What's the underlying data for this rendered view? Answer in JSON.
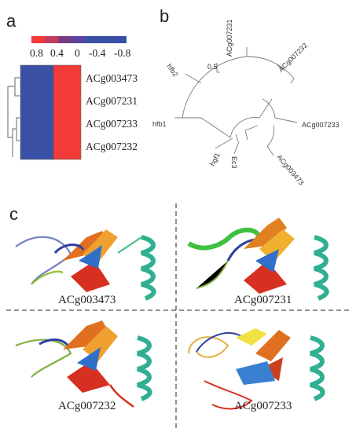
{
  "panels": {
    "a": "a",
    "b": "b",
    "c": "c"
  },
  "heatmap": {
    "scale_ticks": [
      "0.8",
      "0.4",
      "0",
      "-0.4",
      "-0.8"
    ],
    "scale_colors": [
      "#f23c3c",
      "#c23c5a",
      "#7a3a7e",
      "#5a43a0",
      "#3a4fa6"
    ],
    "rows": [
      "ACg003473",
      "ACg007231",
      "ACg007233",
      "ACg007232"
    ],
    "col_colors": [
      "#3a50a4",
      "#f23a38"
    ]
  },
  "tree": {
    "scale_bar": "0.5",
    "leaves": [
      "ACg007231",
      "ACg007232",
      "ACg007233",
      "ACg003473",
      "Ec3",
      "hgf1",
      "hfb1",
      "hfb2"
    ]
  },
  "structures": [
    "ACg003473",
    "ACg007231",
    "ACg007232",
    "ACg007233"
  ]
}
